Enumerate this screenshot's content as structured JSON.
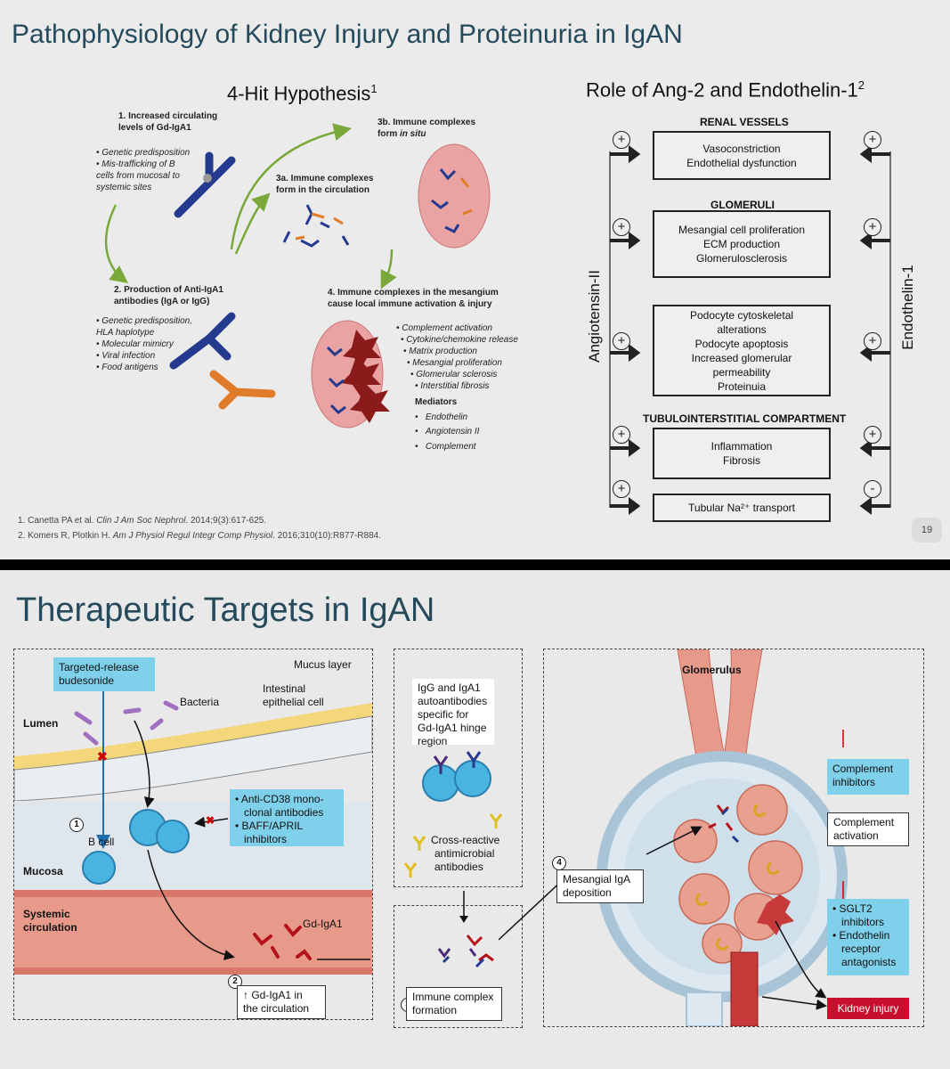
{
  "slide1": {
    "title": "Pathophysiology of Kidney Injury and Proteinuria in IgAN",
    "left_heading": "4-Hit Hypothesis",
    "left_heading_sup": "1",
    "hit1": {
      "title": "1. Increased circulating levels of Gd-IgA1",
      "bullets": [
        "• Genetic predisposition",
        "• Mis-trafficking of B cells from mucosal to systemic sites"
      ]
    },
    "hit2": {
      "title": "2. Production of Anti-IgA1 antibodies (IgA or IgG)",
      "bullets": [
        "• Genetic predisposition, HLA haplotype",
        "• Molecular mimicry",
        "• Viral infection",
        "• Food antigens"
      ]
    },
    "hit3a": {
      "title": "3a. Immune complexes form in the circulation"
    },
    "hit3b": {
      "title": "3b. Immune complexes",
      "title2": "form ",
      "title2_italic": "in situ"
    },
    "hit4": {
      "title": "4. Immune complexes in the mesangium cause local immune activation & injury",
      "bullets": [
        "• Complement activation",
        "• Cytokine/chemokine release",
        "• Matrix production",
        "• Mesangial proliferation",
        "• Glomerular sclerosis",
        "• Interstitial fibrosis"
      ],
      "mediators_label": "Mediators",
      "mediators": [
        "Endothelin",
        "Angiotensin II",
        "Complement"
      ]
    },
    "right_heading": "Role of Ang-2 and Endothelin-1",
    "right_heading_sup": "2",
    "left_axis_label": "Angiotensin-II",
    "right_axis_label": "Endothelin-1",
    "categories": {
      "renal_vessels": "RENAL VESSELS",
      "glomeruli": "GLOMERULI",
      "tubulo": "TUBULOINTERSTITIAL COMPARTMENT"
    },
    "boxes": {
      "vessels": [
        "Vasoconstriction",
        "Endothelial dysfunction"
      ],
      "glomeruli": [
        "Mesangial cell proliferation",
        "ECM production",
        "Glomerulosclerosis"
      ],
      "podocyte": [
        "Podocyte cytoskeletal",
        "alterations",
        "Podocyte apoptosis",
        "Increased glomerular",
        "permeability",
        "Proteinuia"
      ],
      "tubulo": [
        "Inflammation",
        "Fibrosis"
      ],
      "tubular": "Tubular Na²⁺ transport"
    },
    "left_signs": [
      "+",
      "+",
      "+",
      "+",
      "+"
    ],
    "right_signs": [
      "+",
      "+",
      "+",
      "+",
      "-"
    ],
    "footnote1": "1. Canetta PA et al. ",
    "footnote1_journal": "Clin J Am Soc Nephrol",
    "footnote1_rest": ". 2014;9(3):617-625.",
    "footnote2": "2. Komers R, Plotkin H. ",
    "footnote2_journal": "Am J Physiol Regul Integr Comp Physiol",
    "footnote2_rest": ". 2016;310(10):R877-R884.",
    "page_number": "19"
  },
  "slide2": {
    "title": "Therapeutic Targets in IgAN",
    "targeted_release": [
      "Targeted-release",
      "budesonide"
    ],
    "mucus_layer": "Mucus layer",
    "bacteria": "Bacteria",
    "intestinal_cell": [
      "Intestinal",
      "epithelial cell"
    ],
    "lumen": "Lumen",
    "b_cell": "B cell",
    "mucosa": "Mucosa",
    "systemic_circulation": [
      "Systemic",
      "circulation"
    ],
    "anti_cd38": [
      "• Anti-CD38 mono-",
      "clonal antibodies",
      "• BAFF/APRIL",
      "inhibitors"
    ],
    "gd_iga1": "Gd-IgA1",
    "step2_label": [
      "↑ Gd-IgA1 in",
      "the circulation"
    ],
    "autoantibodies": [
      "IgG and IgA1",
      "autoantibodies",
      "specific for",
      "Gd-IgA1 hinge",
      "region"
    ],
    "cross_reactive": [
      "Cross-reactive",
      "antimicrobial",
      "antibodies"
    ],
    "immune_complex": [
      "Immune complex",
      "formation"
    ],
    "glomerulus": "Glomerulus",
    "mesangial": [
      "Mesangial IgA",
      "deposition"
    ],
    "complement_inhibitors": [
      "Complement",
      "inhibitors"
    ],
    "complement_activation": [
      "Complement",
      "activation"
    ],
    "sglt2": [
      "• SGLT2",
      "inhibitors",
      "• Endothelin",
      "receptor",
      "antagonists"
    ],
    "kidney_injury": "Kidney injury",
    "step_numbers": [
      "1",
      "2",
      "3",
      "4"
    ]
  },
  "colors": {
    "title_blue": "#254a5c",
    "light_blue_box": "#7fd0ea",
    "kidney_injury_red": "#c8102e",
    "vessel_pink": "#e89a8a"
  }
}
